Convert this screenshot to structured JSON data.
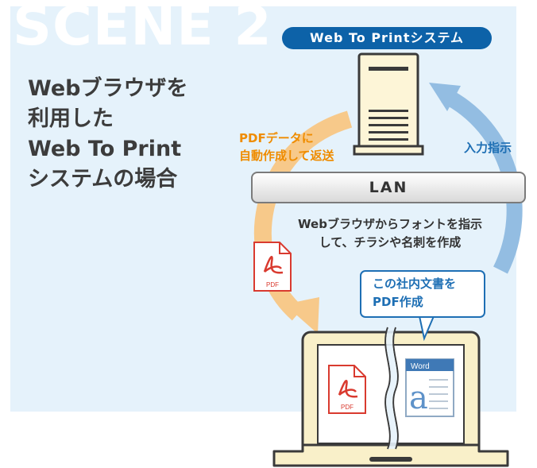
{
  "scene_label": "SCENE 2",
  "heading_lines": [
    "Webブラウザを",
    "利用した",
    "Web To Print",
    "システムの場合"
  ],
  "system_badge": "Web To Printシステム",
  "lan_label": "LAN",
  "return_label_lines": [
    "PDFデータに",
    "自動作成して返送"
  ],
  "instruction_label": "入力指示",
  "description_lines": [
    "Webブラウザからフォントを指示",
    "して、チラシや名刺を作成"
  ],
  "bubble_lines": [
    "この社内文書を",
    "PDF作成"
  ],
  "pdf_icon_text": "PDF",
  "word_icon_title": "Word",
  "word_icon_glyph": "a",
  "colors": {
    "panel": "#e5f2fb",
    "system_blue": "#0d62a8",
    "orange": "#ef8c00",
    "arrow_orange": "#f7c98a",
    "arrow_blue": "#93bde2",
    "laptop": "#f9f0c9",
    "pdf_red": "#d93a2f"
  }
}
